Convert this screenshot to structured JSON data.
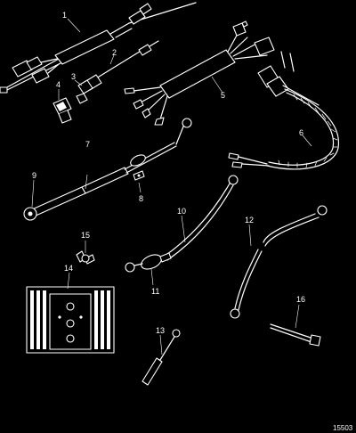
{
  "callouts": [
    "1",
    "2",
    "3",
    "4",
    "5",
    "6",
    "7",
    "8",
    "9",
    "10",
    "11",
    "12",
    "13",
    "14",
    "15",
    "16"
  ],
  "figure_number": "15503"
}
